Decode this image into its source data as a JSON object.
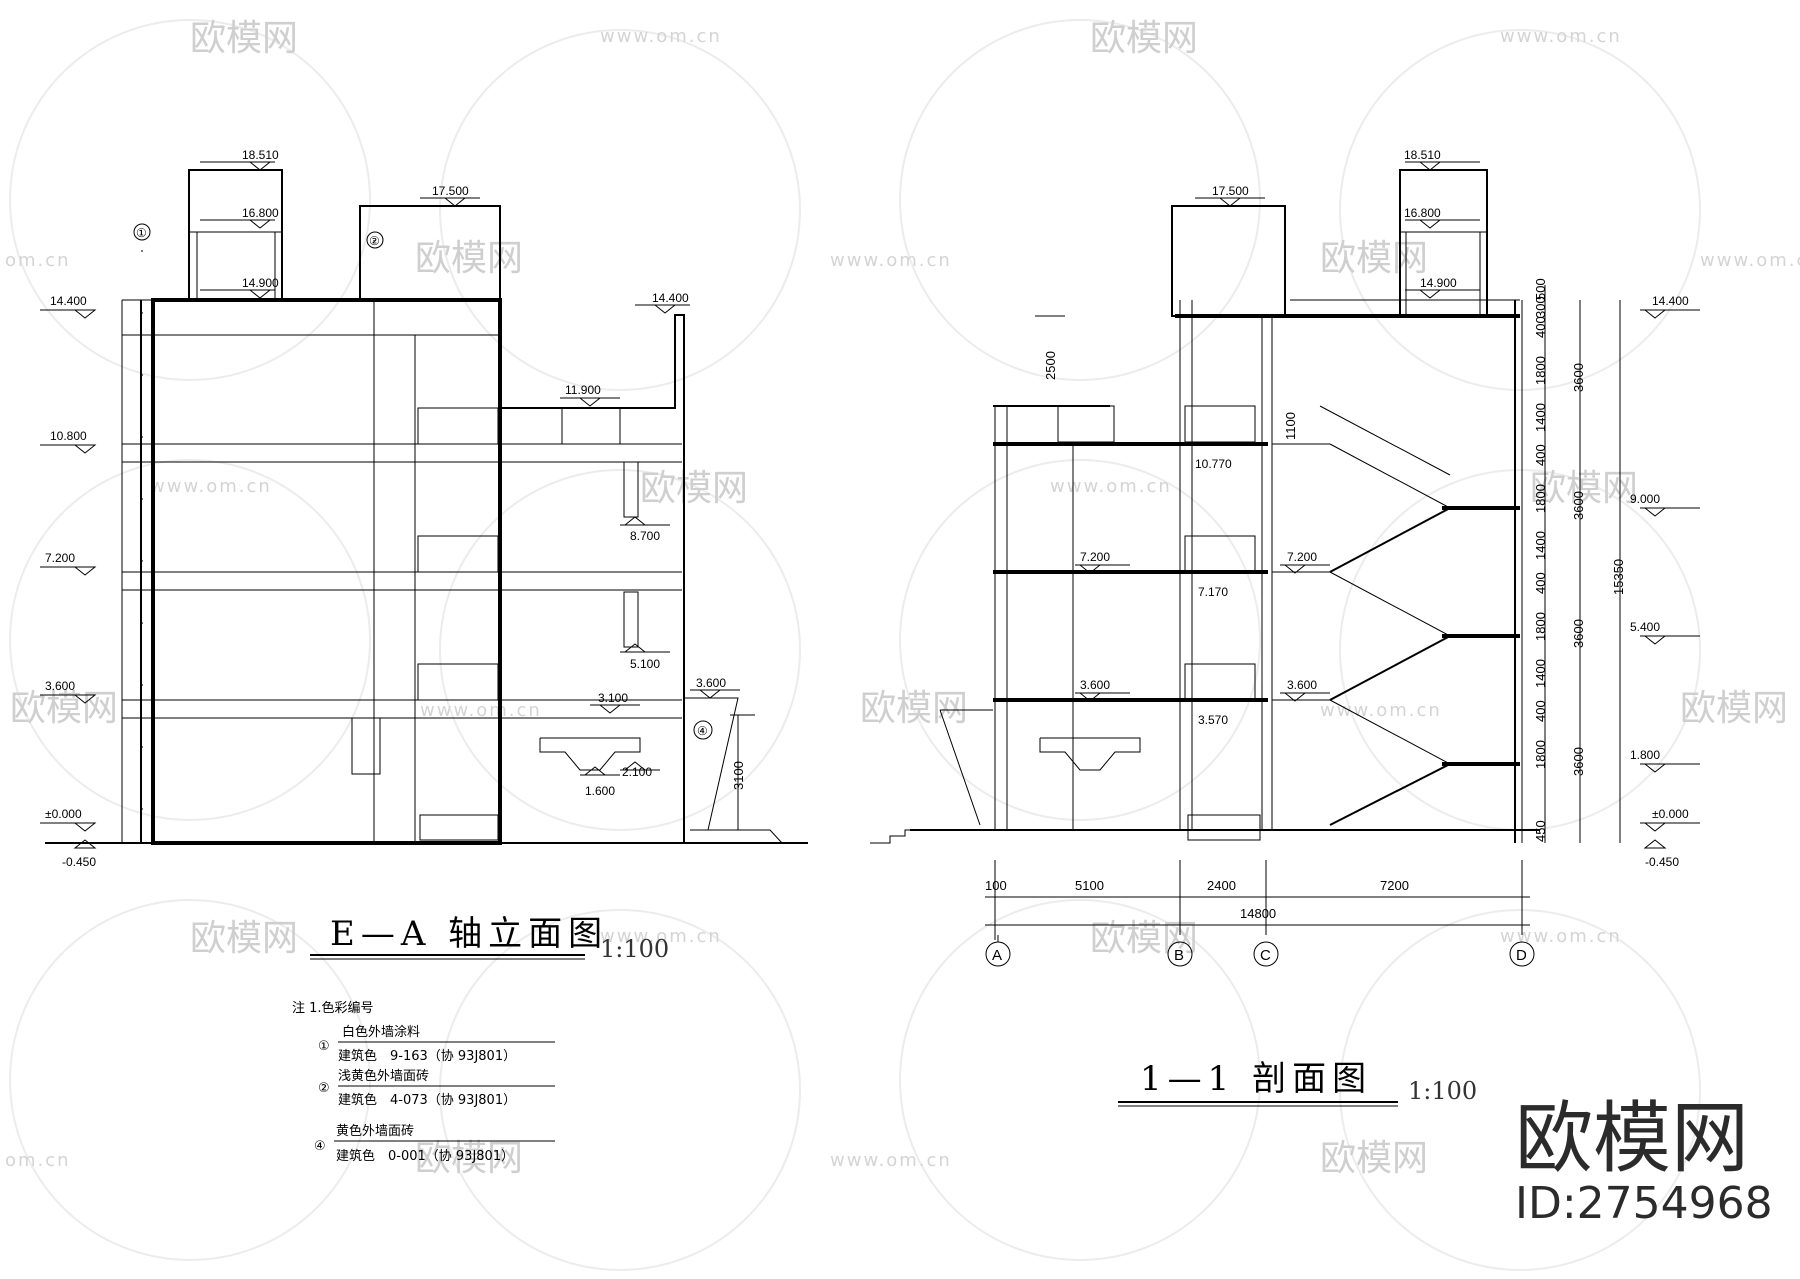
{
  "watermark": {
    "text": "欧模网",
    "url": "www.om.cn",
    "url_short": "om.cn"
  },
  "brand": {
    "name": "欧模网",
    "id": "ID:2754968"
  },
  "elevation": {
    "title": "E—A 轴立面图",
    "scale": "1:100",
    "levels": [
      "18.510",
      "16.800",
      "14.900",
      "17.500",
      "14.400",
      "14.400",
      "11.900",
      "10.800",
      "8.700",
      "7.200",
      "5.100",
      "3.600",
      "3.600",
      "3.100",
      "2.100",
      "1.600",
      "±0.000",
      "-0.450"
    ],
    "dims": [
      "3100"
    ],
    "callouts": [
      "①",
      "②",
      "④"
    ]
  },
  "notes": {
    "header": "注 1.色彩编号",
    "items": [
      {
        "num": "①",
        "name": "白色外墙涂料",
        "code": "建筑色　9-163（协 93J801）"
      },
      {
        "num": "②",
        "name": "浅黄色外墙面砖",
        "code": "建筑色　4-073（协 93J801）"
      },
      {
        "num": "④",
        "name": "黄色外墙面砖",
        "code": "建筑色　0-001（协 93J801）"
      }
    ]
  },
  "section": {
    "title": "1—1 剖面图",
    "scale": "1:100",
    "levels": [
      "18.510",
      "16.800",
      "14.900",
      "17.500",
      "14.400",
      "9.000",
      "5.400",
      "1.800",
      "±0.000",
      "-0.450",
      "10.770",
      "7.200",
      "7.200",
      "7.170",
      "3.600",
      "3.600",
      "3.570"
    ],
    "left_dims": [
      "2500",
      "1100"
    ],
    "right_dims": [
      "500",
      "300",
      "400",
      "1800",
      "1400",
      "400",
      "1800",
      "1400",
      "400",
      "1800",
      "1400",
      "400",
      "1800",
      "450"
    ],
    "storey_dims": [
      "3600",
      "3600",
      "3600",
      "3600"
    ],
    "total_height": "15350",
    "bottom_dims": [
      "100",
      "5100",
      "2400",
      "7200"
    ],
    "total_length": "14800",
    "axes": [
      "A",
      "B",
      "C",
      "D"
    ]
  }
}
